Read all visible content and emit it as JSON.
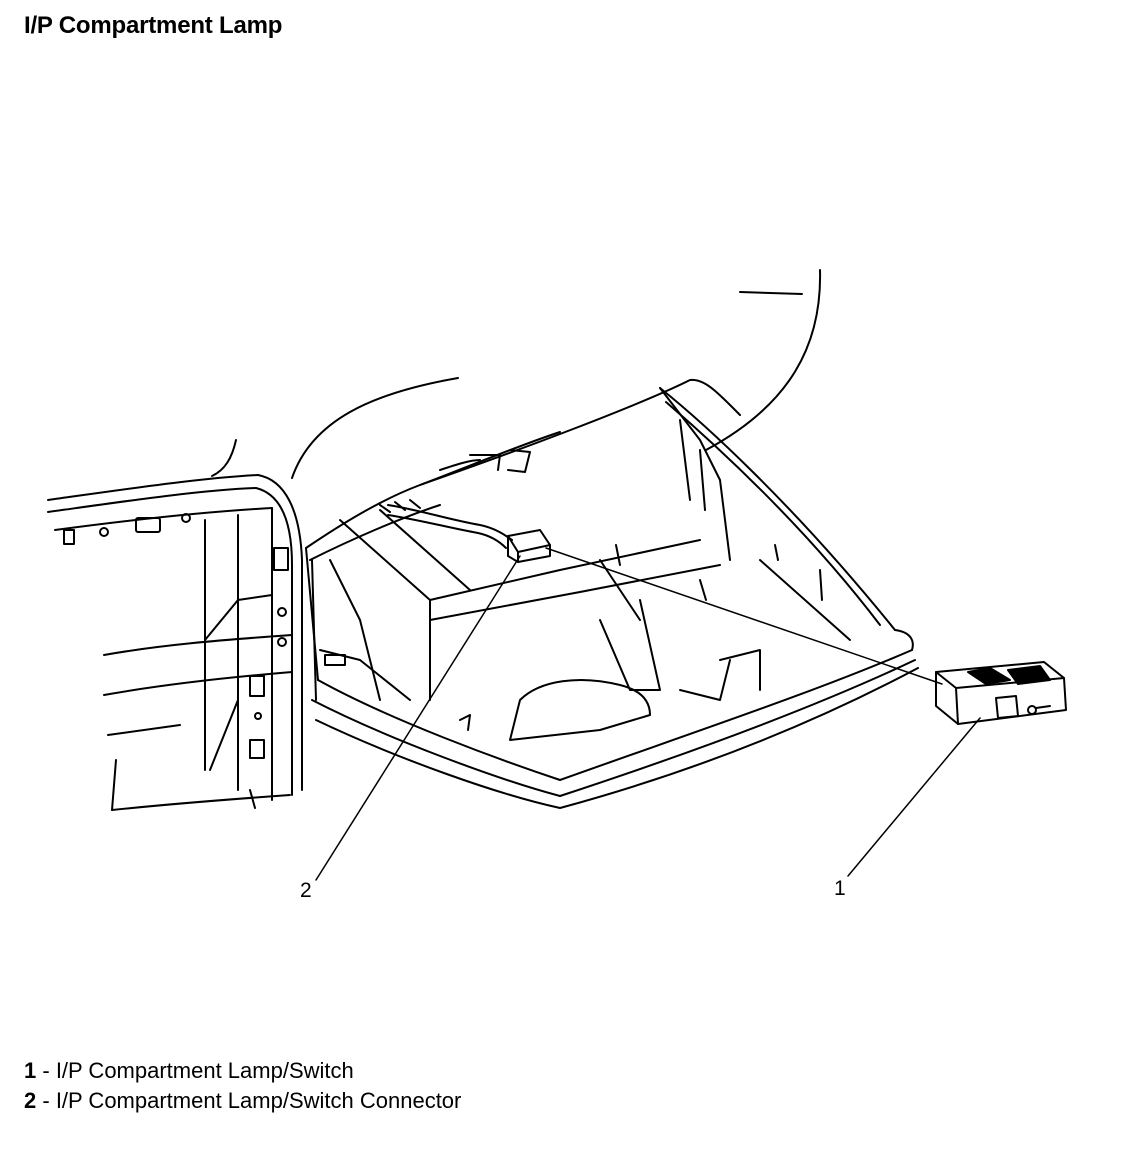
{
  "title": "I/P Compartment Lamp",
  "callouts": [
    {
      "id": "1"
    },
    {
      "id": "2"
    }
  ],
  "legend": [
    {
      "num": "1",
      "sep": " - ",
      "text": "I/P Compartment Lamp/Switch"
    },
    {
      "num": "2",
      "sep": " - ",
      "text": "I/P Compartment Lamp/Switch Connector"
    }
  ]
}
